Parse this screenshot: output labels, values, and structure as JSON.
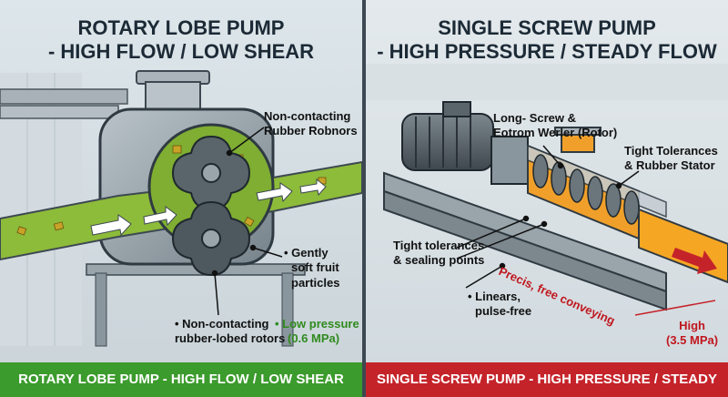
{
  "left": {
    "title_line1": "ROTARY LOBE PUMP",
    "title_line2": "- HIGH FLOW / LOW SHEAR",
    "callouts": {
      "rotors_top_1": "Non-contacting",
      "rotors_top_2": "Rubber Robnors",
      "particles_1": "• Gently",
      "particles_2": "soft fruit",
      "particles_3": "particles",
      "rotors_bottom_1": "• Non-contacting",
      "rotors_bottom_2": "rubber-lobed rotors",
      "pressure_1": "• Low pressure",
      "pressure_2": "(0.6 MPa)"
    },
    "footer": "ROTARY LOBE PUMP - HIGH FLOW / LOW SHEAR"
  },
  "right": {
    "title_line1": "SINGLE SCREW PUMP",
    "title_line2": "- HIGH PRESSURE / STEADY FLOW",
    "callouts": {
      "rotor_1": "Long- Screw &",
      "rotor_2": "Eotrom Werler (Rotor)",
      "stator_1": "Tight Tolerances",
      "stator_2": "& Rubber Stator",
      "sealing_1": "Tight tolerances",
      "sealing_2": "& sealing points",
      "linear_1": "• Linears,",
      "linear_2": "pulse-free",
      "conveying": "Precis, free conveying",
      "pressure_1": "High",
      "pressure_2": "(3.5 MPa)"
    },
    "footer": "SINGLE SCREW PUMP - HIGH PRESSURE / STEADY FLOW"
  },
  "colors": {
    "green_fill": "#8dbb3a",
    "orange_fill": "#f0a02a",
    "red_accent": "#c5232a",
    "green_accent": "#3b9b2c",
    "steel": "#8a969e"
  },
  "icons": [
    "flow-arrow-icon",
    "pressure-arrow-icon"
  ]
}
